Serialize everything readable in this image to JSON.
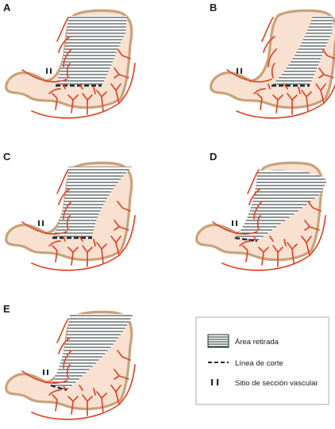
{
  "panels": [
    {
      "label": "A",
      "variant": "A"
    },
    {
      "label": "B",
      "variant": "B"
    },
    {
      "label": "C",
      "variant": "C"
    },
    {
      "label": "D",
      "variant": "D"
    },
    {
      "label": "E",
      "variant": "E"
    }
  ],
  "legend": {
    "removed_area": "Área retirada",
    "cut_line": "Línea de corte",
    "vascular_section": "Sitio de sección vascular"
  },
  "colors": {
    "stomach_fill": "#f9e1d1",
    "stomach_outline": "#c9a27a",
    "vessel": "#e0462a",
    "hatch": "#1d2b2b",
    "legend_border": "#9a9a9a"
  }
}
